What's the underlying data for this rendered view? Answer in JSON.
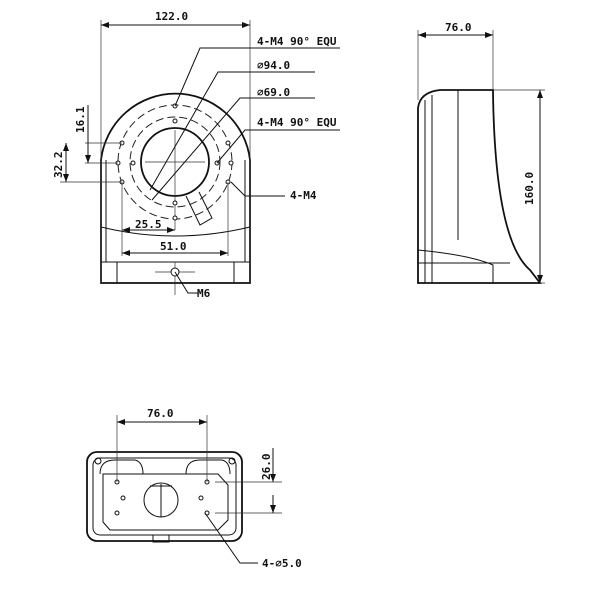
{
  "front_view": {
    "width_dim": "122.0",
    "callout_top_holes": "4-M4 90° EQU",
    "callout_outer_dia": "∅94.0",
    "callout_inner_dia": "∅69.0",
    "callout_inner_holes": "4-M4 90° EQU",
    "callout_side_holes": "4-M4",
    "dim_16": "16.1",
    "dim_32": "32.2",
    "dim_25": "25.5",
    "dim_51": "51.0",
    "callout_bottom": "M6"
  },
  "side_view": {
    "depth_dim": "76.0",
    "height_dim": "160.0"
  },
  "bottom_view": {
    "spacing_dim": "76.0",
    "vertical_dim": "26.0",
    "hole_callout": "4-∅5.0"
  }
}
